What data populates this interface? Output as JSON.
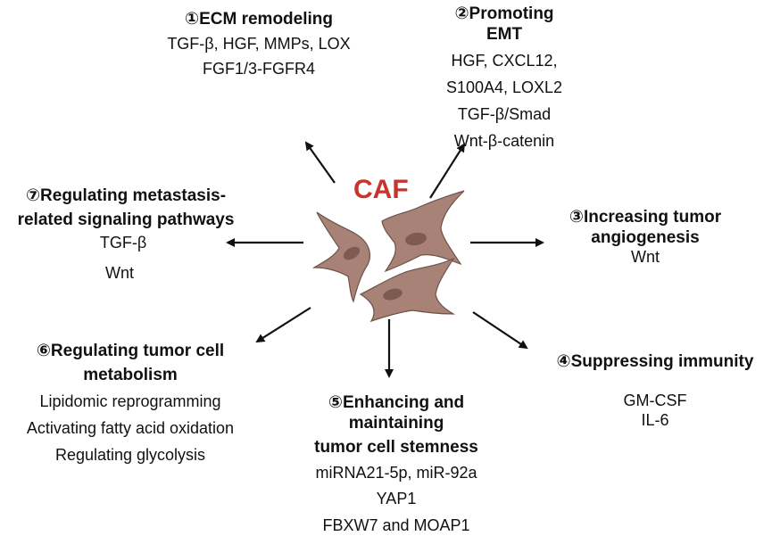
{
  "center": {
    "label": "CAF",
    "label_color": "#c8332c",
    "cell_fill": "#a88276",
    "nucleus_fill": "#7d5a52",
    "cell_stroke": "#6e5148"
  },
  "blocks": [
    {
      "id": "ecm",
      "heading": "①ECM remodeling",
      "lines": [
        "TGF-β, HGF, MMPs, LOX",
        "FGF1/3-FGFR4"
      ]
    },
    {
      "id": "emt",
      "heading": "②Promoting EMT",
      "lines": [
        "HGF, CXCL12,",
        "S100A4, LOXL2",
        "TGF-β/Smad",
        "Wnt-β-catenin"
      ]
    },
    {
      "id": "angio",
      "heading": "③Increasing tumor angiogenesis",
      "heading_lines": [
        "③Increasing tumor",
        "angiogenesis"
      ],
      "lines": [
        "Wnt"
      ]
    },
    {
      "id": "immunity",
      "heading": "④Suppressing immunity",
      "lines": [
        "GM-CSF",
        "IL-6"
      ]
    },
    {
      "id": "stemness",
      "heading": "⑤Enhancing and maintaining tumor cell stemness",
      "heading_lines": [
        "⑤Enhancing and maintaining",
        "tumor cell stemness"
      ],
      "lines": [
        "miRNA21-5p, miR-92a",
        "YAP1",
        "FBXW7 and MOAP1"
      ]
    },
    {
      "id": "metabolism",
      "heading": "⑥Regulating tumor cell metabolism",
      "heading_lines": [
        "⑥Regulating tumor cell",
        "metabolism"
      ],
      "lines": [
        "Lipidomic reprogramming",
        "Activating fatty acid oxidation",
        "Regulating glycolysis"
      ]
    },
    {
      "id": "signaling",
      "heading": "⑦Regulating metastasis-related signaling pathways",
      "heading_lines": [
        "⑦Regulating metastasis-",
        "related signaling pathways"
      ],
      "lines": [
        "TGF-β",
        "Wnt"
      ]
    }
  ]
}
